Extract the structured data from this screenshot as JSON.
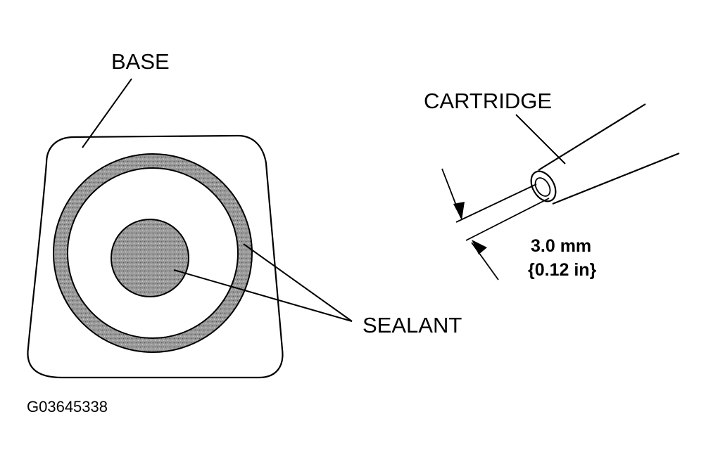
{
  "labels": {
    "base": "BASE",
    "cartridge": "CARTRIDGE",
    "sealant": "SEALANT",
    "dimension_mm": "3.0 mm",
    "dimension_in": "{0.12 in}",
    "figure_code": "G03645338"
  },
  "colors": {
    "line": "#000000",
    "sealant_fill": "#8f8f8f",
    "background": "#ffffff"
  }
}
